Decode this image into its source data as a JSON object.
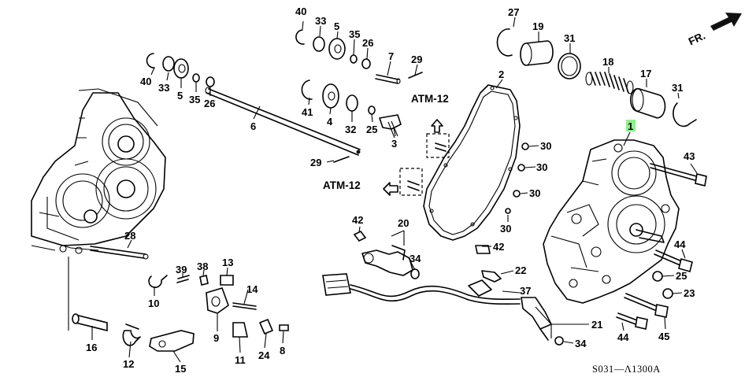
{
  "diagram": {
    "direction_label": "FR.",
    "ref_code": "S031—Λ1300A",
    "highlight_color": "#8ef08e",
    "callouts": [
      {
        "id": "40",
        "text": "40"
      },
      {
        "id": "33",
        "text": "33"
      },
      {
        "id": "5",
        "text": "5"
      },
      {
        "id": "35",
        "text": "35"
      },
      {
        "id": "26",
        "text": "26"
      },
      {
        "id": "7",
        "text": "7"
      },
      {
        "id": "29",
        "text": "29"
      },
      {
        "id": "27",
        "text": "27"
      },
      {
        "id": "19",
        "text": "19"
      },
      {
        "id": "31",
        "text": "31"
      },
      {
        "id": "18",
        "text": "18"
      },
      {
        "id": "17",
        "text": "17"
      },
      {
        "id": "31b",
        "text": "31"
      },
      {
        "id": "40b",
        "text": "40"
      },
      {
        "id": "33b",
        "text": "33"
      },
      {
        "id": "5b",
        "text": "5"
      },
      {
        "id": "35b",
        "text": "35"
      },
      {
        "id": "26b",
        "text": "26"
      },
      {
        "id": "2",
        "text": "2"
      },
      {
        "id": "41",
        "text": "41"
      },
      {
        "id": "4",
        "text": "4"
      },
      {
        "id": "32",
        "text": "32"
      },
      {
        "id": "25",
        "text": "25"
      },
      {
        "id": "3",
        "text": "3"
      },
      {
        "id": "6",
        "text": "6"
      },
      {
        "id": "29b",
        "text": "29"
      },
      {
        "id": "1",
        "text": "1"
      },
      {
        "id": "30a",
        "text": "30"
      },
      {
        "id": "30b",
        "text": "30"
      },
      {
        "id": "30c",
        "text": "30"
      },
      {
        "id": "30d",
        "text": "30"
      },
      {
        "id": "43",
        "text": "43"
      },
      {
        "id": "42",
        "text": "42"
      },
      {
        "id": "20",
        "text": "20"
      },
      {
        "id": "34",
        "text": "34"
      },
      {
        "id": "42b",
        "text": "42"
      },
      {
        "id": "22",
        "text": "22"
      },
      {
        "id": "28",
        "text": "28"
      },
      {
        "id": "39",
        "text": "39"
      },
      {
        "id": "38",
        "text": "38"
      },
      {
        "id": "13",
        "text": "13"
      },
      {
        "id": "14",
        "text": "14"
      },
      {
        "id": "10",
        "text": "10"
      },
      {
        "id": "37",
        "text": "37"
      },
      {
        "id": "44",
        "text": "44"
      },
      {
        "id": "25b",
        "text": "25"
      },
      {
        "id": "23",
        "text": "23"
      },
      {
        "id": "21",
        "text": "21"
      },
      {
        "id": "34b",
        "text": "34"
      },
      {
        "id": "44b",
        "text": "44"
      },
      {
        "id": "45",
        "text": "45"
      },
      {
        "id": "16",
        "text": "16"
      },
      {
        "id": "12",
        "text": "12"
      },
      {
        "id": "15",
        "text": "15"
      },
      {
        "id": "9",
        "text": "9"
      },
      {
        "id": "11",
        "text": "11"
      },
      {
        "id": "24",
        "text": "24"
      },
      {
        "id": "8",
        "text": "8"
      }
    ],
    "atm_labels": [
      {
        "id": "atm-top",
        "text": "ATM-12"
      },
      {
        "id": "atm-left",
        "text": "ATM-12"
      }
    ]
  }
}
